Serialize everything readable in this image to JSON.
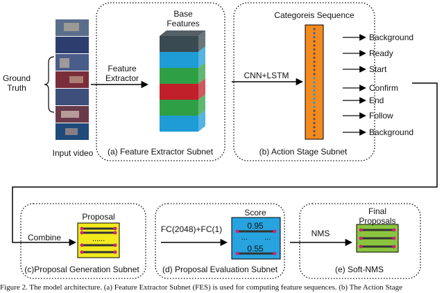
{
  "input": {
    "ground_truth_line1": "Ground",
    "ground_truth_line2": "Truth",
    "caption": "Input video"
  },
  "fes": {
    "base_features_line1": "Base",
    "base_features_line2": "Features",
    "arrow_label_line1": "Feature",
    "arrow_label_line2": "Extractor",
    "subnet_label": "(a) Feature Extractor Subnet",
    "layer_colors": [
      "#3a4a52",
      "#1f9bd6",
      "#2f9f45",
      "#c0202a",
      "#2f9f45",
      "#1f9bd6"
    ]
  },
  "ass": {
    "title": "Categoreis Sequence",
    "arrow_label": "CNN+LSTM",
    "subnet_label": "(b) Action Stage Subnet",
    "categories": [
      "Background",
      "Ready",
      "Start",
      "Confirm",
      "End",
      "Follow",
      "Background"
    ],
    "bar_color": "#f58a1f"
  },
  "pgs": {
    "box_title": "Proposal",
    "arrow_label": "Combine",
    "dots": "......",
    "subnet_label": "(c)Proposal Generation Subnet",
    "box_color": "#f2ea1d"
  },
  "pes": {
    "box_title": "Score",
    "arrow_label": "FC(2048)+FC(1)",
    "score_top": "0.95",
    "dots": "...        ...",
    "score_bottom": "0.55",
    "subnet_label": "(d) Proposal Evaluation Subnet",
    "box_color": "#27a3df"
  },
  "nms": {
    "box_title_line1": "Final",
    "box_title_line2": "Proposals",
    "arrow_label": "NMS",
    "subnet_label": "(e) Soft-NMS",
    "box_color": "#8bc53f"
  },
  "figure_caption": "Figure 2. The model architecture. (a) Feature Extractor Subnet (FES) is used for computing feature sequences. (b) The Action Stage"
}
